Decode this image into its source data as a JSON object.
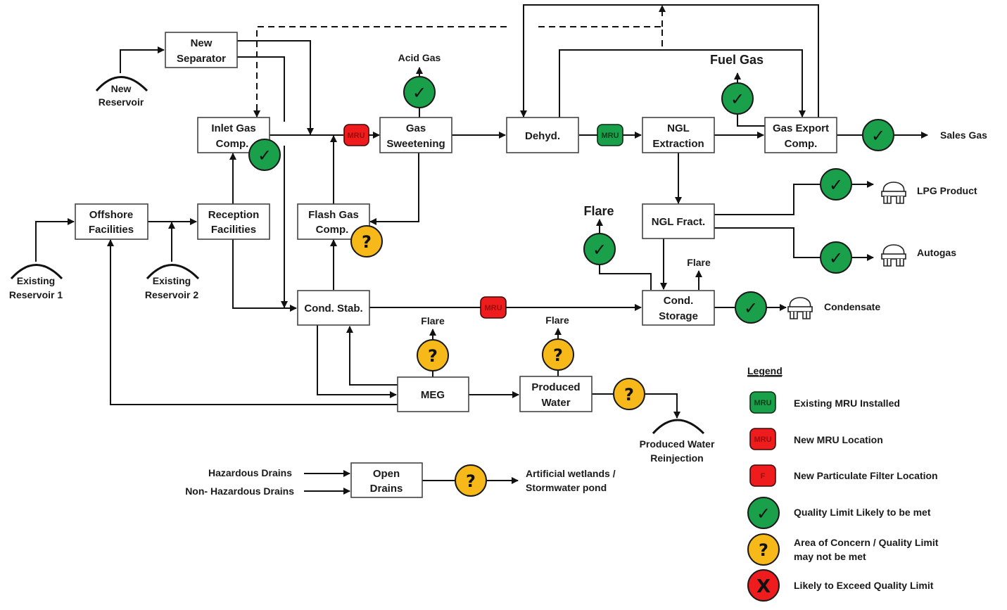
{
  "units": {
    "new_separator": [
      "New",
      "Separator"
    ],
    "inlet_gas_comp": [
      "Inlet Gas",
      "Comp."
    ],
    "gas_sweetening": [
      "Gas",
      "Sweetening"
    ],
    "dehyd": [
      "Dehyd."
    ],
    "ngl_extraction": [
      "NGL",
      "Extraction"
    ],
    "gas_export_comp": [
      "Gas Export",
      "Comp."
    ],
    "offshore_facilities": [
      "Offshore",
      "Facilities"
    ],
    "reception_facilities": [
      "Reception",
      "Facilities"
    ],
    "flash_gas_comp": [
      "Flash Gas",
      "Comp."
    ],
    "ngl_fract": [
      "NGL Fract."
    ],
    "cond_stab": [
      "Cond. Stab."
    ],
    "cond_storage": [
      "Cond.",
      "Storage"
    ],
    "meg": [
      "MEG"
    ],
    "produced_water": [
      "Produced",
      "Water"
    ],
    "open_drains": [
      "Open",
      "Drains"
    ]
  },
  "reservoirs": {
    "new": [
      "New",
      "Reservoir"
    ],
    "existing_1": [
      "Existing",
      "Reservoir 1"
    ],
    "existing_2": [
      "Existing",
      "Reservoir 2"
    ],
    "reinjection": [
      "Produced Water",
      "Reinjection"
    ]
  },
  "streams": {
    "acid_gas": "Acid Gas",
    "fuel_gas": "Fuel Gas",
    "sales_gas": "Sales Gas",
    "lpg_product": "LPG Product",
    "autogas": "Autogas",
    "condensate": "Condensate",
    "flare_big": "Flare",
    "flare_storage": "Flare",
    "flare_meg": "Flare",
    "flare_pw": "Flare",
    "hazardous_drains": "Hazardous Drains",
    "non_hazardous_drains": "Non- Hazardous Drains",
    "wetlands": [
      "Artificial wetlands /",
      "Stormwater pond"
    ]
  },
  "markers": {
    "mru_label": "MRU",
    "filter_label": "F",
    "ok_glyph": "✓",
    "warn_glyph": "?",
    "bad_glyph": "X"
  },
  "colors": {
    "ok": "#1aa04a",
    "warn": "#f7b81a",
    "bad": "#ee1c1c",
    "existing_mru": "#1aa04a",
    "new_mru": "#ee1c1c"
  },
  "legend": {
    "title": "Legend",
    "items": [
      {
        "symbol": "existing-mru",
        "text": [
          "Existing MRU Installed"
        ]
      },
      {
        "symbol": "new-mru",
        "text": [
          "New MRU Location"
        ]
      },
      {
        "symbol": "new-filter",
        "text": [
          "New Particulate Filter Location"
        ]
      },
      {
        "symbol": "ok",
        "text": [
          "Quality Limit Likely to be met"
        ]
      },
      {
        "symbol": "warn",
        "text": [
          "Area of Concern / Quality Limit",
          "may not be met"
        ]
      },
      {
        "symbol": "bad",
        "text": [
          "Likely to Exceed Quality Limit"
        ]
      }
    ]
  }
}
